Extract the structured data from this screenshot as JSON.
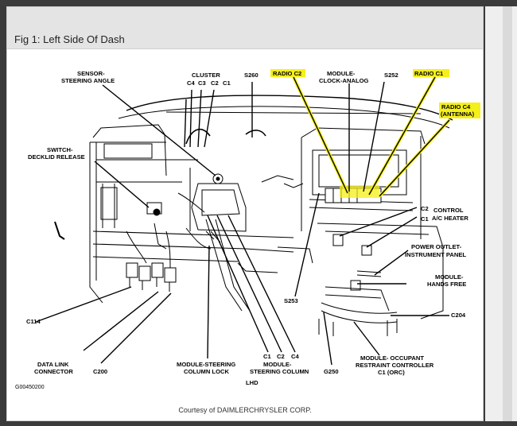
{
  "figure": {
    "title": "Fig 1: Left Side Of Dash",
    "courtesy": "Courtesy of DAIMLERCHRYSLER CORP."
  },
  "labels": {
    "sensor_steering_angle_1": "SENSOR-",
    "sensor_steering_angle_2": "STEERING ANGLE",
    "cluster": "CLUSTER",
    "cluster_c4": "C4",
    "cluster_c3": "C3",
    "cluster_c2": "C2",
    "cluster_c1": "C1",
    "s260": "S260",
    "radio_c2": "RADIO C2",
    "module_clock_1": "MODULE-",
    "module_clock_2": "CLOCK-ANALOG",
    "s252": "S252",
    "radio_c1": "RADIO C1",
    "radio_c4_1": "RADIO C4",
    "radio_c4_2": "(ANTENNA)",
    "switch_decklid_1": "SWITCH-",
    "switch_decklid_2": "DECKLID RELEASE",
    "control_c2": "C2",
    "control_c1": "C1",
    "control_1": "CONTROL",
    "control_2": "A/C HEATER",
    "power_outlet_1": "POWER OUTLET-",
    "power_outlet_2": "INSTRUMENT PANEL",
    "module_hands_1": "MODULE-",
    "module_hands_2": "HANDS FREE",
    "c114": "C114",
    "s253": "S253",
    "c204": "C204",
    "dlc_1": "DATA LINK",
    "dlc_2": "CONNECTOR",
    "c200": "C200",
    "mscl_1": "MODULE-STEERING",
    "mscl_2": "COLUMN LOCK",
    "msc_c1": "C1",
    "msc_c2": "C2",
    "msc_c4": "C4",
    "msc_1": "MODULE-",
    "msc_2": "STEERING COLUMN",
    "g250": "G250",
    "orc_1": "MODULE- OCCUPANT",
    "orc_2": "RESTRAINT CONTROLLER",
    "orc_3": "C1 (ORC)",
    "lhd": "LHD",
    "code": "G00450200"
  },
  "colors": {
    "highlight": "#f5ef1a",
    "line": "#000000"
  }
}
